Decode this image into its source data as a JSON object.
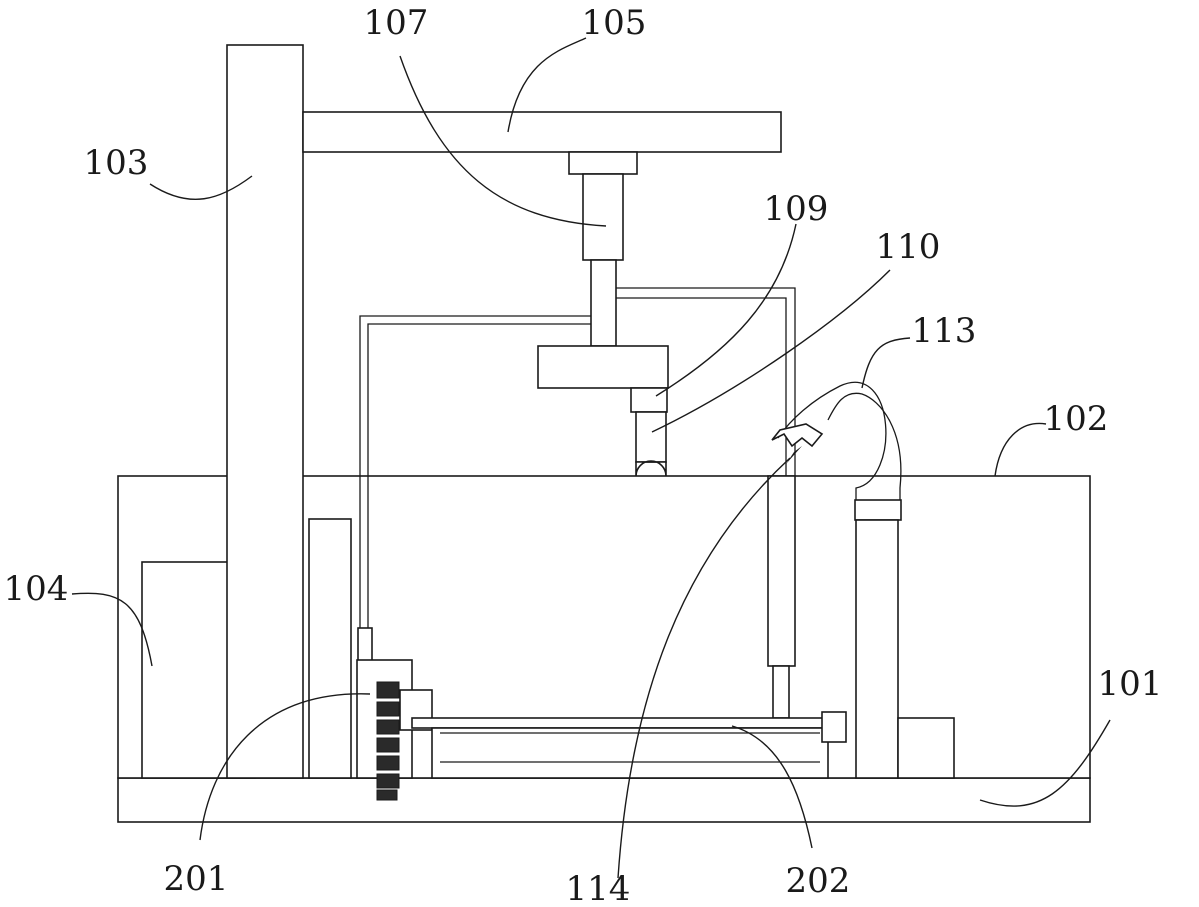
{
  "labels": {
    "l101": "101",
    "l102": "102",
    "l103": "103",
    "l104": "104",
    "l105": "105",
    "l107": "107",
    "l109": "109",
    "l110": "110",
    "l113": "113",
    "l114": "114",
    "l201": "201",
    "l202": "202"
  },
  "colors": {
    "line": "#1a1a1a",
    "background": "#ffffff"
  }
}
